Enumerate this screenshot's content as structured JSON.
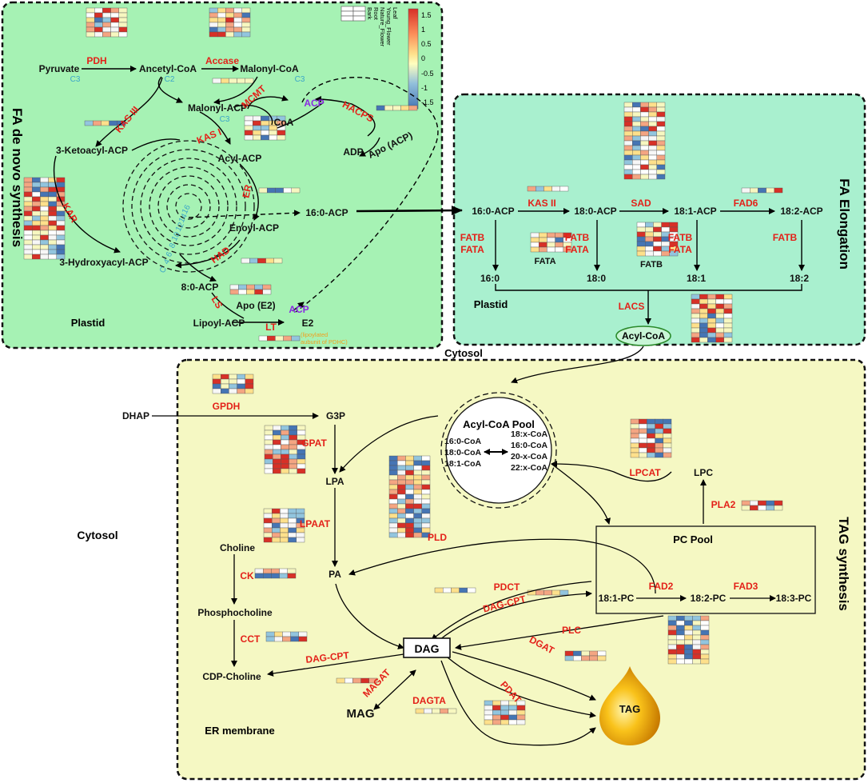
{
  "colors": {
    "plastid_panel": "#a6f2b4",
    "elongation_panel": "#a9f0cf",
    "tag_panel": "#f5f8c3",
    "enzyme": "#e32119",
    "carbon": "#3aa6c8",
    "acp": "#8a2be2",
    "orange_note": "#f0a020",
    "heat_high": "#d73027",
    "heat_mid": "#f7f7c0",
    "heat_low": "#4575b4"
  },
  "sections": {
    "fa_denovo": "FA de novo synthesis",
    "fa_elongation": "FA Elongation",
    "tag_synthesis": "TAG synthesis",
    "plastid_1": "Plastid",
    "plastid_2": "Plastid",
    "cytosol_top": "Cytosol",
    "cytosol_left": "Cytosol",
    "er_membrane": "ER membrane"
  },
  "legend": {
    "samples": [
      "Bark",
      "Root",
      "Nature_Flower",
      "Young_Flower",
      "Leaf"
    ],
    "scale": [
      "1.5",
      "1",
      "0.5",
      "0",
      "-0.5",
      "-1",
      "-1.5"
    ]
  },
  "metabolites": {
    "pyruvate": "Pyruvate",
    "acetyl_coa": "Ancetyl-CoA",
    "malonyl_coa": "Malonyl-CoA",
    "malonyl_acp": "Malonyl-ACP",
    "coa": "CoA",
    "acp_top": "ACP",
    "apo_acp": "Apo (ACP)",
    "adp": "ADP",
    "acyl_acp": "Acyl-ACP",
    "ketoacyl": "3-Ketoacyl-ACP",
    "hydroxyacyl": "3-Hydroxyacyl-ACP",
    "enoyl": "Enoyl-ACP",
    "c16_acp": "16:0-ACP",
    "c8_acp": "8:0-ACP",
    "apo_e2": "Apo (E2)",
    "acp_bottom": "ACP",
    "lipoyl": "Lipoyl-ACP",
    "e2": "E2",
    "e2_note1": "(lipoylated",
    "e2_note2": "aubunit of PDHC)",
    "el_16acp": "16:0-ACP",
    "el_18acp": "18:0-ACP",
    "el_181acp": "18:1-ACP",
    "el_182acp": "18:2-ACP",
    "el_16": "16:0",
    "el_18": "18:0",
    "el_181": "18:1",
    "el_182": "18:2",
    "acyl_coa": "Acyl-CoA",
    "dhap": "DHAP",
    "g3p": "G3P",
    "lpa": "LPA",
    "pa": "PA",
    "choline": "Choline",
    "phosphocholine": "Phosphocholine",
    "cdp_choline": "CDP-Choline",
    "dag": "DAG",
    "mag": "MAG",
    "tag": "TAG",
    "lpc": "LPC",
    "pc_pool": "PC Pool",
    "pc181": "18:1-PC",
    "pc182": "18:2-PC",
    "pc183": "18:3-PC",
    "pool_title": "Acyl-CoA Pool",
    "pool_left": [
      "16:0-CoA",
      "18:0-CoA",
      "18:1-CoA"
    ],
    "pool_right": [
      "18:x-CoA",
      "16:0-CoA",
      "20-x-CoA",
      "22:x-CoA"
    ]
  },
  "carbon_labels": {
    "c3_pyruvate": "C3",
    "c2_acetyl": "C2",
    "c3_malonyl": "C3",
    "c3_malonylacp": "C3",
    "spiral": [
      "4",
      "6",
      "8",
      "10",
      "12",
      "14",
      "16"
    ],
    "spiral_c": "C"
  },
  "enzymes": {
    "pdh": "PDH",
    "accase": "Accase",
    "mcmt": "MCMT",
    "hacps": "HACPS",
    "kas3": "KAS III",
    "kas1": "KAS I",
    "kar": "KAR",
    "er": "ER",
    "had": "HAD",
    "ls": "LS",
    "lt": "LT",
    "kas2": "KAS II",
    "sad": "SAD",
    "fad6": "FAD6",
    "fatb1": "FATB",
    "fata1": "FATA",
    "fatb2": "FATB",
    "fata2": "FATA",
    "fatb3": "FATB",
    "fata3": "FATA",
    "fatb4": "FATB",
    "fata_label": "FATA",
    "fatb_label": "FATB",
    "lacs": "LACS",
    "gpdh": "GPDH",
    "gpat": "GPAT",
    "lpaat": "LPAAT",
    "lpcat": "LPCAT",
    "pla2": "PLA2",
    "pld": "PLD",
    "ck": "CK",
    "cct": "CCT",
    "pdct": "PDCT",
    "dagcpt1": "DAG-CPT",
    "dagcpt2": "DAG-CPT",
    "fad2": "FAD2",
    "fad3": "FAD3",
    "plc": "PLC",
    "dgat": "DGAT",
    "pdat": "PDAT",
    "magat": "MAGAT",
    "dagta": "DAGTA"
  }
}
